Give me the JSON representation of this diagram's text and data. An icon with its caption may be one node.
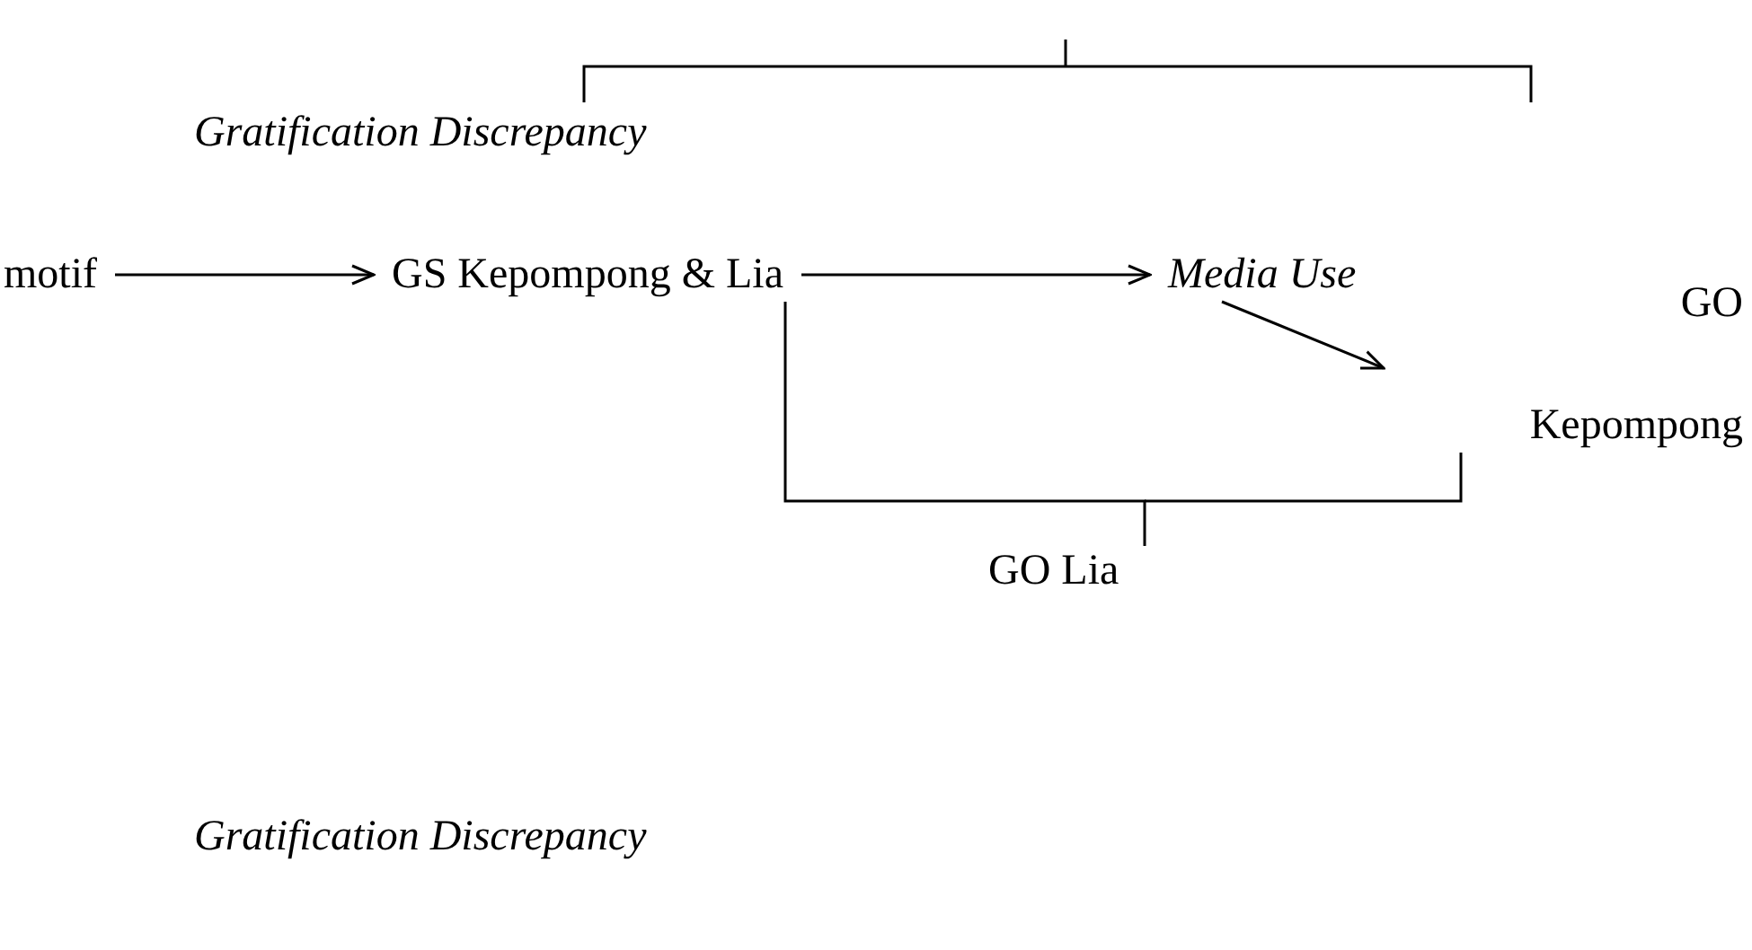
{
  "diagram": {
    "nodes": [
      {
        "text": [
          "Gratification Discrepancy"
        ]
      },
      {
        "text": [
          "motif"
        ]
      },
      {
        "text": [
          "GS Kepompong & Lia"
        ]
      },
      {
        "text": [
          "Media Use"
        ]
      },
      {
        "text": [
          "GO Kepompong"
        ]
      },
      {
        "text": [
          "GO Lia"
        ]
      },
      {
        "text": [
          "Gratification Discrepancy"
        ]
      }
    ],
    "edges": [
      {
        "from": 1,
        "to": 2,
        "arrow": "to"
      },
      {
        "from": 2,
        "to": 3,
        "arrow": "to"
      },
      {
        "from": 3,
        "to": null,
        "arrow": "to"
      },
      {
        "from": 2,
        "to": 5,
        "arrow": "none"
      }
    ]
  }
}
